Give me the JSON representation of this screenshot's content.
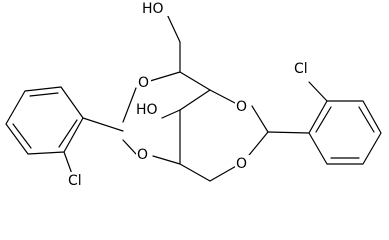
{
  "molecule": {
    "labels": {
      "top_hydroxyl": "HO",
      "middle_hydroxyl": "HO",
      "ring_oxygen_upper_left": "O",
      "ring_oxygen_upper_right": "O",
      "ring_oxygen_lower_left": "O",
      "ring_oxygen_lower_right": "O",
      "left_chlorine": "Cl",
      "right_chlorine": "Cl"
    },
    "colors": {
      "bond": "#000000",
      "text": "#000000",
      "background": "#ffffff"
    }
  }
}
